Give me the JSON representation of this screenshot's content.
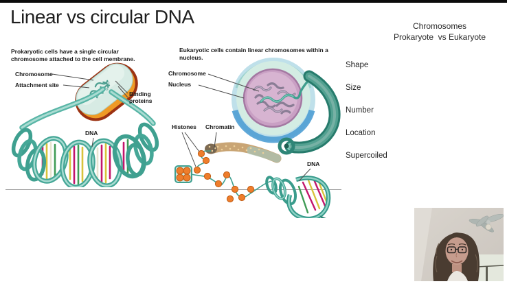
{
  "slide": {
    "title": "Linear vs circular DNA",
    "topic": {
      "line1": "Chromosomes",
      "line2": "Prokaryote  vs Eukaryote"
    },
    "comparison_items": [
      "Shape",
      "Size",
      "Number",
      "Location",
      "Supercoiled"
    ]
  },
  "figures": {
    "prokaryote": {
      "caption": "Prokaryotic cells have a single circular chromosome attached to the cell membrane.",
      "labels": {
        "chromosome": "Chromosome",
        "attachment_site": "Attachment site",
        "binding_proteins": "Binding proteins",
        "dna": "DNA"
      }
    },
    "eukaryote": {
      "caption": "Eukaryotic cells contain linear chromosomes within a nucleus.",
      "labels": {
        "chromosome": "Chromosome",
        "nucleus": "Nucleus",
        "histones": "Histones",
        "chromatin": "Chromatin",
        "dna": "DNA"
      }
    }
  },
  "colors": {
    "dna_teal": "#45a797",
    "membrane_orange": "#ef9a25",
    "prokaryote_outline_red": "#9c3212",
    "nucleus_pink": "#d4b3cf",
    "eukaryote_cell_blue": "#58a9d8",
    "histone_orange": "#ee7d2c",
    "base_pair_magenta": "#c2156b",
    "base_pair_yellow": "#d8c33a",
    "base_pair_green": "#3f9b55"
  }
}
